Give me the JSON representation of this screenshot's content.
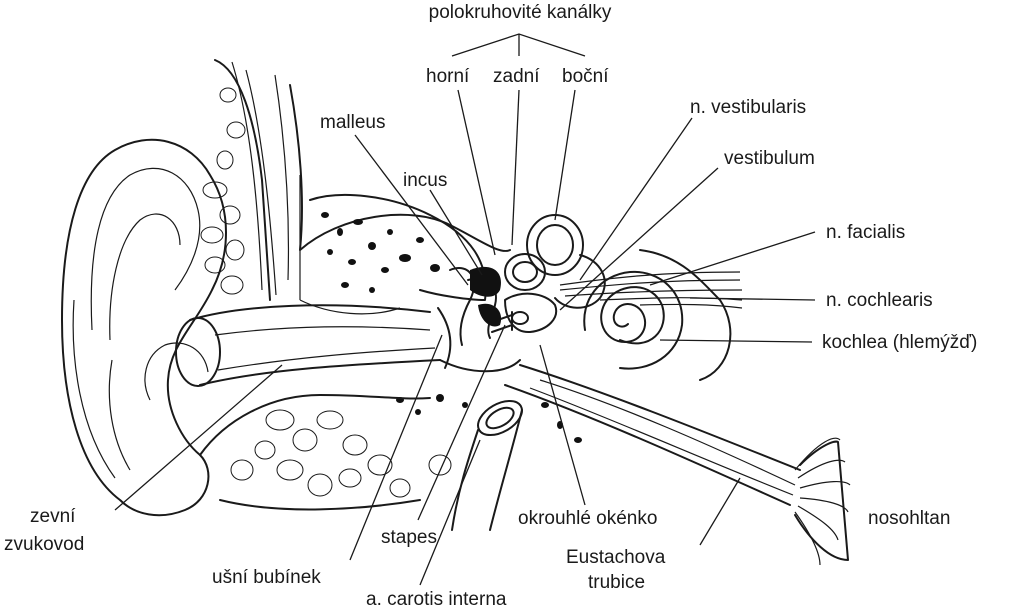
{
  "labels": {
    "semicircular_canals": "polokruhovité kanálky",
    "canal_superior": "horní",
    "canal_posterior": "zadní",
    "canal_lateral": "boční",
    "malleus": "malleus",
    "incus": "incus",
    "n_vestibularis": "n. vestibularis",
    "vestibulum": "vestibulum",
    "n_facialis": "n. facialis",
    "n_cochlearis": "n. cochlearis",
    "cochlea": "kochlea  (hlemýžď)",
    "meatus_line1": "zevní",
    "meatus_line2": "zvukovod",
    "stapes": "stapes",
    "round_window": "okrouhlé  okénko",
    "nasopharynx": "nosohltan",
    "eustachian_line1": "Eustachova",
    "eustachian_line2": "trubice",
    "eardrum": "ušní bubínek",
    "carotid": "a. carotis interna"
  }
}
